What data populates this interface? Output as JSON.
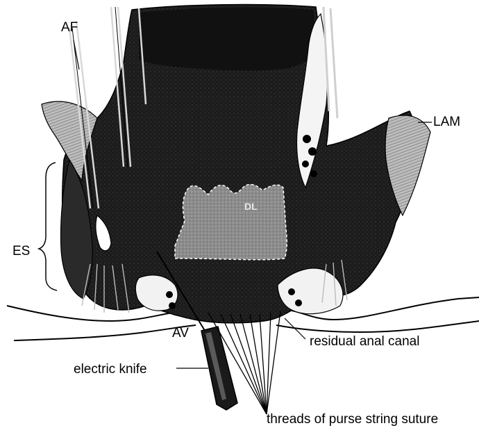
{
  "labels": {
    "af": "AF",
    "lam": "LAM",
    "es": "ES",
    "dl": "DL",
    "av": "AV",
    "residual": "residual anal canal",
    "knife": "electric knife",
    "threads": "threads of purse string suture"
  },
  "colors": {
    "tissue": "#141414",
    "dark_gray": "#3a3a3a",
    "mid_gray": "#8a8a8a",
    "light_gray": "#c9c9c9",
    "paper": "#ffffff",
    "ink": "#000000"
  }
}
